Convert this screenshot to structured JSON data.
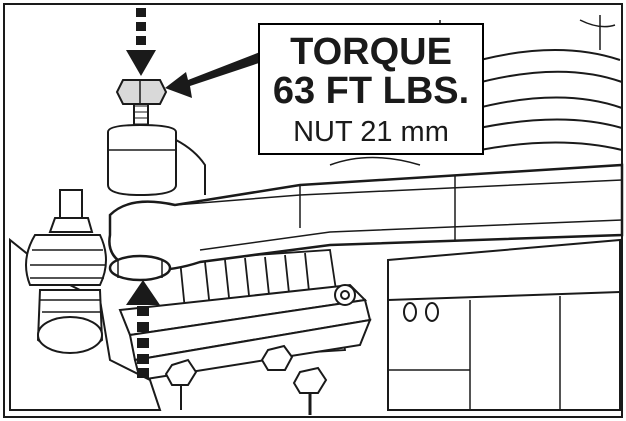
{
  "callout": {
    "line1": "TORQUE",
    "line2": "63 FT LBS.",
    "line3": "NUT 21 mm"
  },
  "colors": {
    "ink": "#1a1a1a",
    "paper": "#ffffff",
    "shade": "#d9d9d9"
  },
  "icons": [
    "dashed-arrow-down-icon",
    "dashed-arrow-up-icon",
    "pointer-arrow-icon"
  ]
}
